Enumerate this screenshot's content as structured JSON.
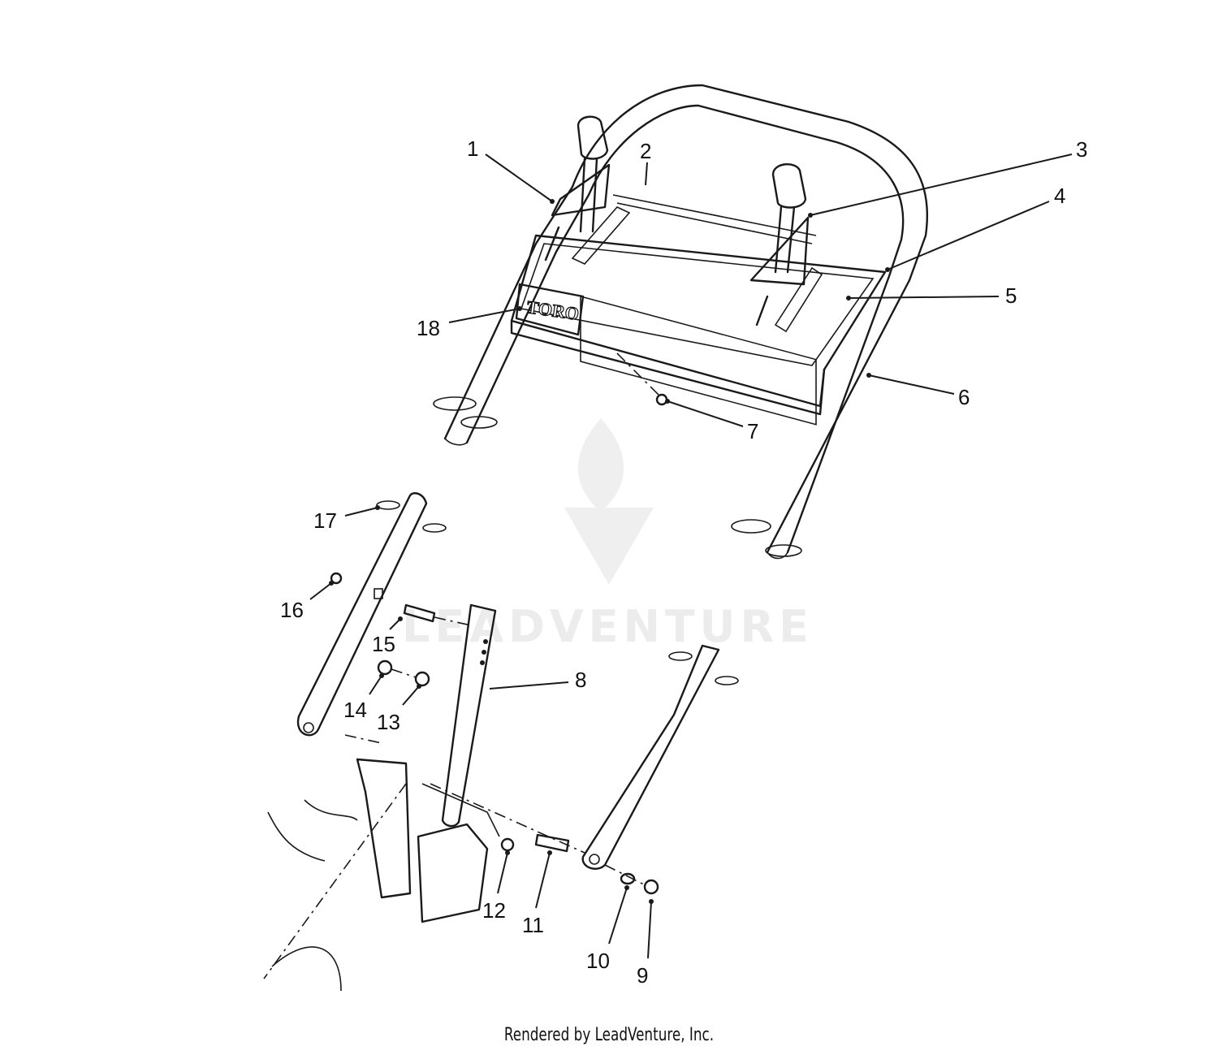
{
  "diagram": {
    "brand_label": "TORO",
    "watermark_text": "LEADVENTURE",
    "credit": "Rendered by LeadVenture, Inc.",
    "callouts": [
      "1",
      "2",
      "3",
      "4",
      "5",
      "6",
      "7",
      "8",
      "9",
      "10",
      "11",
      "12",
      "13",
      "14",
      "15",
      "16",
      "17",
      "18"
    ]
  },
  "colors": {
    "line": "#1a1a1a",
    "background": "#ffffff",
    "watermark": "#ececec"
  }
}
